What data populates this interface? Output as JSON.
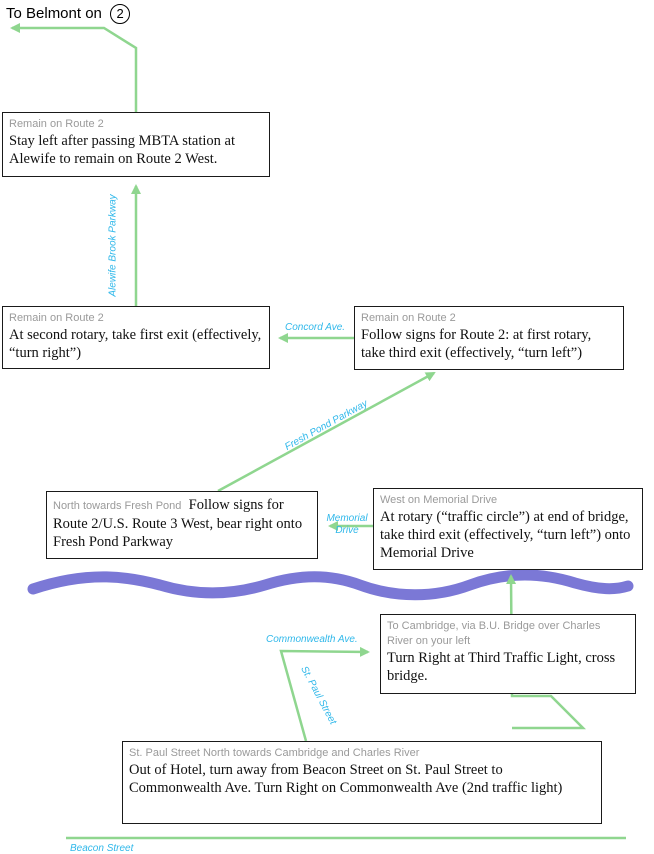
{
  "title": {
    "text": "To Belmont on",
    "route_number": "2"
  },
  "boxes": {
    "remain_route2_top": {
      "heading": "Remain on Route 2",
      "text": "Stay left after passing MBTA station at Alewife to remain on Route 2 West."
    },
    "remain_route2_left": {
      "heading": "Remain on Route 2",
      "text": "At second rotary, take first exit (effectively, “turn right”)"
    },
    "remain_route2_right": {
      "heading": "Remain on Route 2",
      "text": "Follow signs for Route 2: at first rotary, take third exit (effectively, “turn left”)"
    },
    "north_fresh_pond": {
      "heading": "North towards Fresh Pond",
      "text": "Follow signs for Route 2/U.S. Route 3 West, bear right onto Fresh Pond Parkway"
    },
    "west_memorial": {
      "heading": "West on Memorial Drive",
      "text": "At rotary (“traffic circle”) at end of bridge, take third exit (effectively, “turn left”) onto Memorial Drive"
    },
    "to_cambridge": {
      "heading": "To Cambridge, via B.U. Bridge over Charles River on your left",
      "text": "Turn Right at Third Traffic Light, cross bridge."
    },
    "st_paul_north": {
      "heading": "St. Paul Street North  towards Cambridge and Charles River",
      "text": "Out of Hotel, turn away from Beacon Street on St. Paul Street to Commonwealth Ave.  Turn Right on Commonwealth Ave (2nd traffic light)"
    }
  },
  "street_labels": {
    "alewife": "Alewife Brook Parkway",
    "concord": "Concord Ave.",
    "fresh_pond": "Fresh Pond Parkway",
    "memorial": "Memorial Drive",
    "commonwealth": "Commonwealth Ave.",
    "st_paul": "St. Paul Street",
    "beacon": "Beacon Street"
  },
  "colors": {
    "route": "#8fd68f",
    "river": "#7b78d6",
    "street_label": "#30b8ea",
    "heading": "#9a9a9a",
    "border": "#1a1a1a"
  }
}
